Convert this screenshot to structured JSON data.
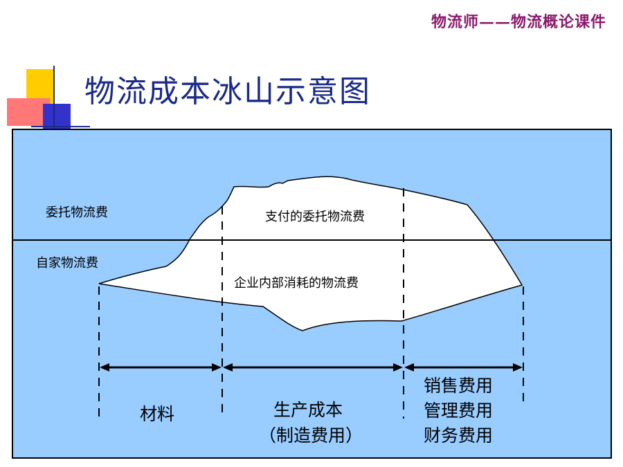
{
  "header": {
    "text": "物流师——物流概论课件"
  },
  "title": "物流成本冰山示意图",
  "labels": {
    "above_water": "委托物流费",
    "below_water": "自家物流费",
    "paid_commission": "支付的委托物流费",
    "internal_consumption": "企业内部消耗的物流费",
    "materials": "材料",
    "production_cost_line1": "生产成本",
    "production_cost_line2": "（制造费用）",
    "expense_line1": "销售费用",
    "expense_line2": "管理费用",
    "expense_line3": "财务费用"
  },
  "colors": {
    "water": "#99ccff",
    "iceberg": "#ffffff",
    "title": "#1a2a88",
    "header": "#8b1a6b",
    "deco_yellow": "#ffcc00",
    "deco_red": "#ff6666",
    "deco_blue": "#3333cc"
  }
}
